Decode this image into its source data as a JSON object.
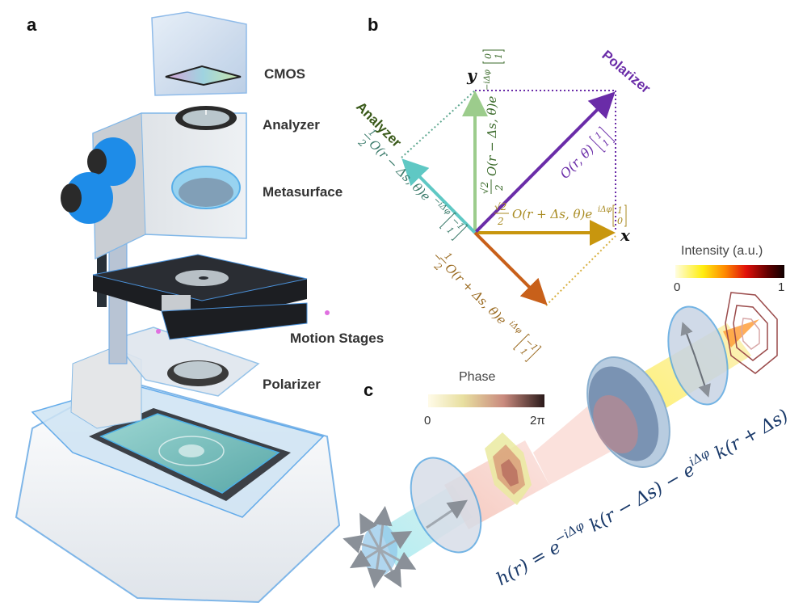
{
  "panels": {
    "a": {
      "letter": "a",
      "labels": {
        "cmos": "CMOS",
        "analyzer": "Analyzer",
        "metasurface": "Metasurface",
        "motion_stages": "Motion Stages",
        "polarizer": "Polarizer"
      }
    },
    "b": {
      "letter": "b",
      "axis_x": "x",
      "axis_y": "y",
      "polarizer_label": "Polarizer",
      "analyzer_label": "Analyzer",
      "vectors": {
        "polarizer": {
          "expr": "O(r, θ) [1; 1]",
          "color": "#6a2ca8"
        },
        "y_component": {
          "expr": "√2/2 O(r − Δs, θ) e^(−iΔφ) [0; 1]",
          "color": "#9ccc8c"
        },
        "x_component": {
          "expr": "√2/2 O(r + Δs, θ) e^(iΔφ) [1; 0]",
          "color": "#c8960e"
        },
        "analyzer_y": {
          "expr": "1/2 O(r − Δs, θ) e^(−iΔφ) [−1; 1]",
          "color": "#5fc8c4"
        },
        "analyzer_x": {
          "expr": "−1/2 O(r + Δs, θ) e^(iΔφ) [−1; 1]",
          "color": "#c8601a"
        }
      },
      "text": {
        "polarizer_expr": "O(r, θ)",
        "polarizer_vec_top": "1",
        "polarizer_vec_bot": "1",
        "y_frac_num": "√2",
        "y_frac_den": "2",
        "y_expr": "O(r − Δs, θ)e",
        "y_exp": "−iΔφ",
        "y_vec_top": "0",
        "y_vec_bot": "1",
        "x_frac_num": "√2",
        "x_frac_den": "2",
        "x_expr": "O(r + Δs, θ)e",
        "x_exp": "iΔφ",
        "x_vec_top": "1",
        "x_vec_bot": "0",
        "ay_frac_num": "1",
        "ay_frac_den": "2",
        "ay_expr": "O(r − Δs, θ)e",
        "ay_exp": "−iΔφ",
        "ay_vec_top": "−1",
        "ay_vec_bot": "1",
        "ax_sign": "−",
        "ax_frac_num": "1",
        "ax_frac_den": "2",
        "ax_expr": "O(r + Δs, θ)e",
        "ax_exp": "iΔφ",
        "ax_vec_top": "−1",
        "ax_vec_bot": "1"
      }
    },
    "c": {
      "letter": "c",
      "phase_bar": {
        "title": "Phase",
        "min": "0",
        "max": "2π",
        "colors": [
          "#fffbe8",
          "#e8dfa0",
          "#c98a7e",
          "#2a1a1a"
        ]
      },
      "intensity_bar": {
        "title": "Intensity (a.u.)",
        "min": "0",
        "max": "1",
        "colors": [
          "#fffde0",
          "#ffee10",
          "#ff8c00",
          "#e0100a",
          "#600000",
          "#100000"
        ]
      },
      "equation": {
        "lhs": "h(r) = e",
        "exp1": "−iΔφ",
        "mid": " k(r − Δs) − e",
        "exp2": "iΔφ",
        "end": " k(r + Δs)"
      }
    }
  }
}
